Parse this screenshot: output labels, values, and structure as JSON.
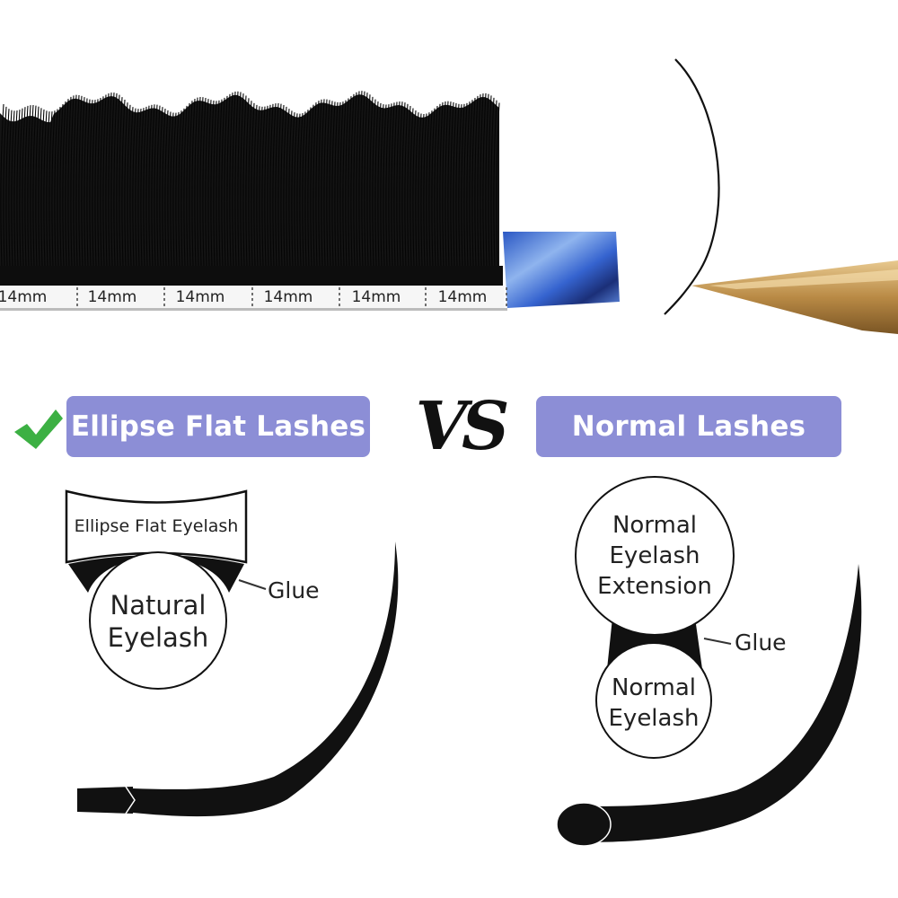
{
  "strip_labels": [
    "14mm",
    "14mm",
    "14mm",
    "14mm",
    "14mm",
    "14mm"
  ],
  "left_title": "Ellipse Flat Lashes",
  "vs": "VS",
  "right_title": "Normal Lashes",
  "left_diagram": {
    "top_label": "Ellipse Flat Eyelash",
    "circle_line1": "Natural",
    "circle_line2": "Eyelash",
    "glue": "Glue"
  },
  "right_diagram": {
    "top_line1": "Normal",
    "top_line2": "Eyelash",
    "top_line3": "Extension",
    "bottom_line1": "Normal",
    "bottom_line2": "Eyelash",
    "glue": "Glue"
  },
  "colors": {
    "pill": "#8c8ed6",
    "check": "#3cb043",
    "tweezer": "#c8a064",
    "tab_blue": "#3f6fd0"
  }
}
